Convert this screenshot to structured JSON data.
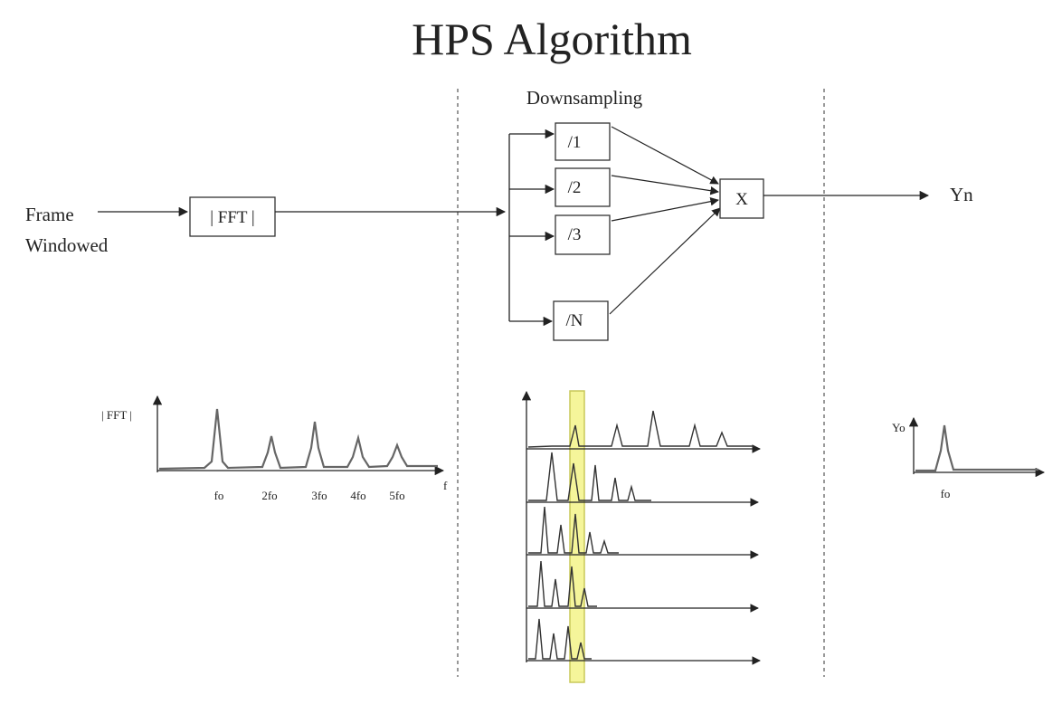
{
  "title": "HPS Algorithm",
  "input_label": {
    "line1": "Frame",
    "line2": "Windowed"
  },
  "fft_box_label": "| FFT |",
  "downsampling_label": "Downsampling",
  "downsample_factors": [
    "/1",
    "/2",
    "/3",
    "/N"
  ],
  "multiply_label": "X",
  "output_label": "Yn",
  "fft_plot": {
    "y_label": "| FFT |",
    "x_label": "f",
    "ticks": [
      "fo",
      "2fo",
      "3fo",
      "4fo",
      "5fo"
    ]
  },
  "output_plot": {
    "y_label": "Yo",
    "ticks": [
      "fo"
    ]
  },
  "colors": {
    "line": "#222222",
    "highlight_fill": "#f3f388",
    "highlight_stroke": "#c8c85a",
    "plot_curve": "#555555"
  }
}
